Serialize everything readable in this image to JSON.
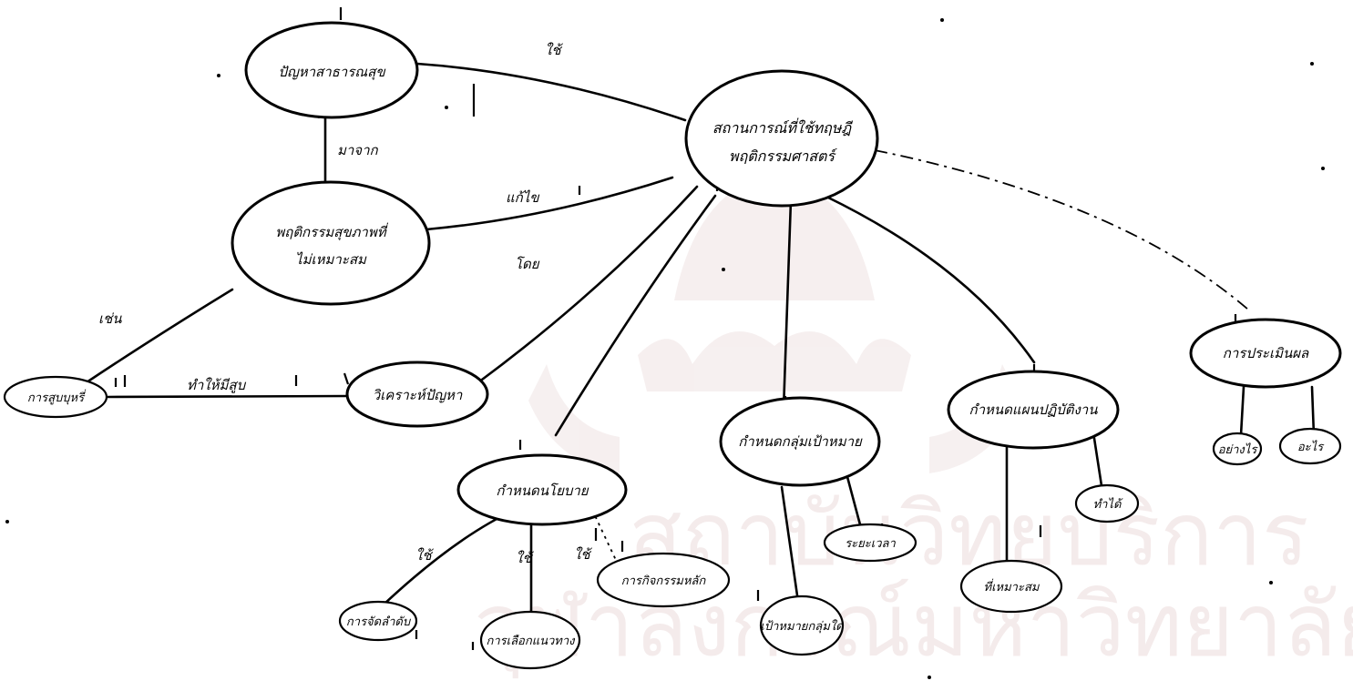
{
  "nodes": {
    "center": {
      "line1": "สถานการณ์ที่ใช้ทฤษฎี",
      "line2": "พฤติกรรมศาสตร์"
    },
    "problem": {
      "label": "ปัญหาสาธารณสุข"
    },
    "behavior": {
      "line1": "พฤติกรรมสุขภาพที่",
      "line2": "ไม่เหมาะสม"
    },
    "smoking": {
      "label": "การสูบบุหรี่"
    },
    "analyze": {
      "label": "วิเคราะห์ปัญหา"
    },
    "policy": {
      "label": "กำหนดนโยบาย"
    },
    "target": {
      "label": "กำหนดกลุ่มเป้าหมาย"
    },
    "plan": {
      "label": "กำหนดแผนปฏิบัติงาน"
    },
    "evaluate": {
      "label": "การประเมินผล"
    },
    "priority": {
      "label": "การจัดลำดับ"
    },
    "strategy": {
      "label": "การเลือกแนวทาง"
    },
    "activity": {
      "label": "การกิจกรรมหลัก"
    },
    "which_group": {
      "label": "เป้าหมายกลุ่มใด"
    },
    "period": {
      "label": "ระยะเวลา"
    },
    "suitable": {
      "label": "ที่เหมาะสม"
    },
    "feasible": {
      "label": "ทำได้"
    },
    "how": {
      "label": "อย่างไร"
    },
    "result": {
      "label": "อะไร"
    }
  },
  "links": {
    "problem_center": "ใช้",
    "problem_behavior": "มาจาก",
    "behavior_center": "แก้ไข",
    "behavior_smoking": "เช่น",
    "smoking_analyze": "ทำให้มีสูบ",
    "analyze_center": "โดย",
    "policy_priority": "ใช้",
    "policy_strategy": "ใช้",
    "policy_activity": "ใช้"
  },
  "watermark": {
    "line1": "สถาบันวิทยบริการ",
    "line2": "จุฬาลงกรณ์มหาวิทยาลัย"
  }
}
